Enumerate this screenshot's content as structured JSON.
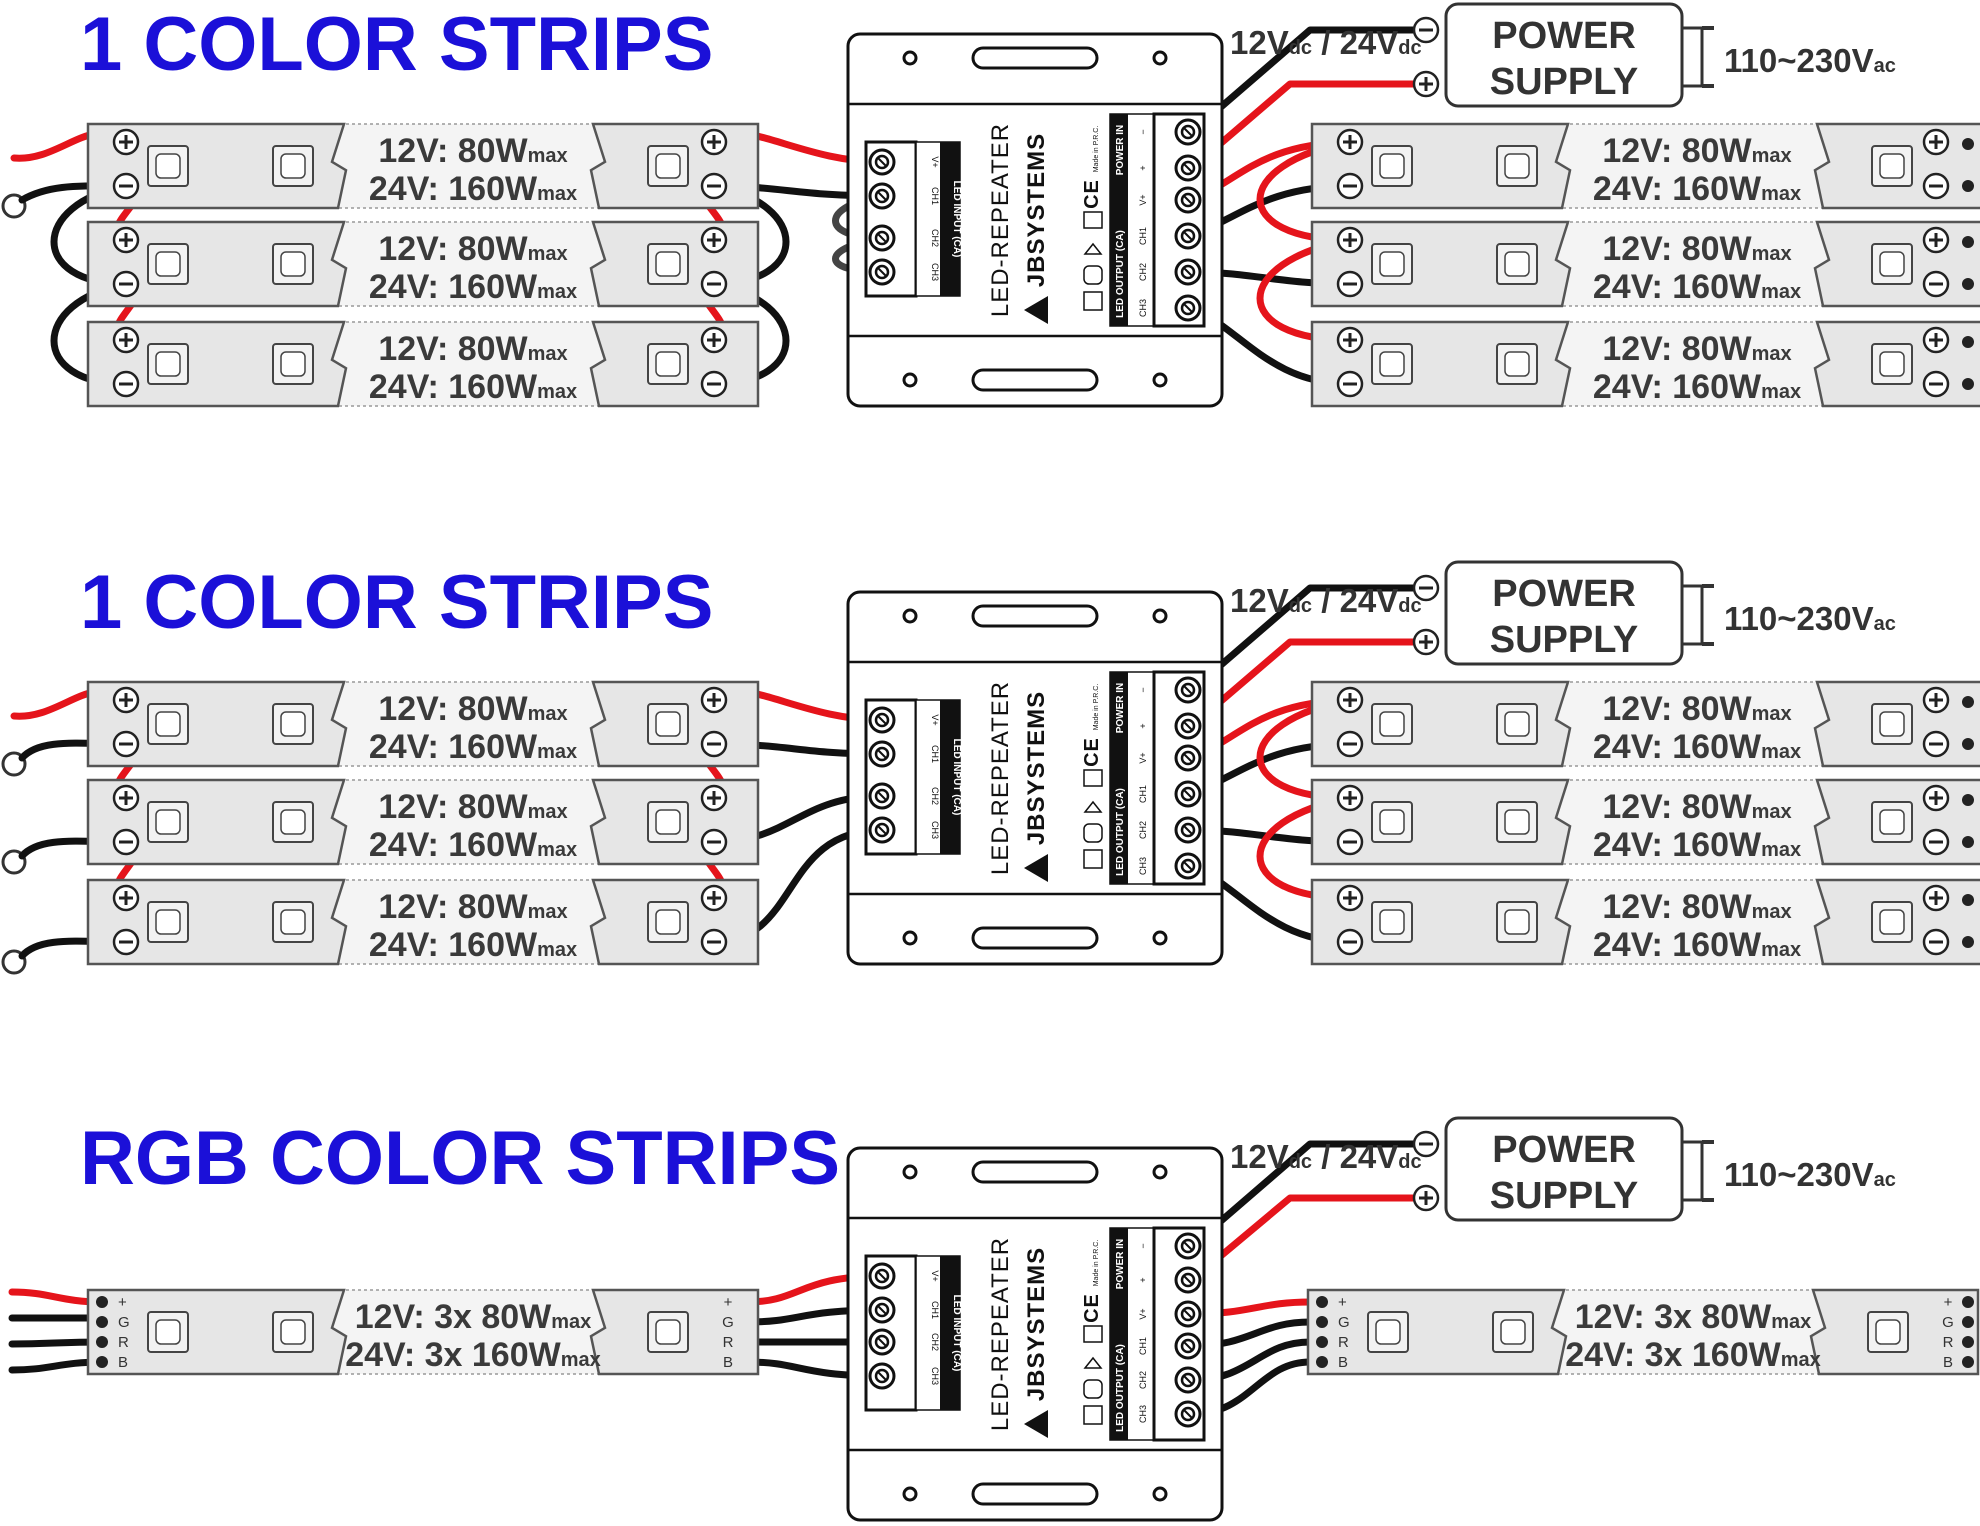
{
  "sections": [
    {
      "heading": "1 COLOR STRIPS",
      "type": "single-bridged"
    },
    {
      "heading": "1 COLOR STRIPS",
      "type": "single-separate"
    },
    {
      "heading": "RGB COLOR STRIPS",
      "type": "rgb"
    }
  ],
  "strip_single": {
    "line1_main": "12V: 80W",
    "line1_sub": "max",
    "line2_main": "24V: 160W",
    "line2_sub": "max"
  },
  "strip_rgb": {
    "line1_main": "12V: 3x 80W",
    "line1_sub": "max",
    "line2_main": "24V: 3x 160W",
    "line2_sub": "max"
  },
  "rgb_pins": [
    "+",
    "G",
    "R",
    "B"
  ],
  "device": {
    "title": "LED-REPEATER",
    "brand": "JBSYSTEMS",
    "led_input_label": "LED INPUT (CA)",
    "led_output_label": "LED OUTPUT (CA)",
    "power_in_label": "POWER IN",
    "input_pins": [
      "V+",
      "CH1",
      "CH2",
      "CH3"
    ],
    "output_pins": [
      "CH3",
      "CH2",
      "CH1",
      "V+",
      "+",
      "−"
    ],
    "made_in": "Made in P.R.C."
  },
  "power_supply": {
    "line1": "POWER",
    "line2": "SUPPLY",
    "ac_main": "110~230V",
    "ac_sub": "ac",
    "dc_a": "12V",
    "dc_a_sub": "dc",
    "dc_sep": " / ",
    "dc_b": "24V",
    "dc_b_sub": "dc"
  },
  "colors": {
    "heading": "#1b10d8",
    "wire_pos": "#e5141b",
    "wire_neg": "#111111",
    "strip_fill": "#e6e6e6",
    "strip_stroke": "#555555"
  }
}
